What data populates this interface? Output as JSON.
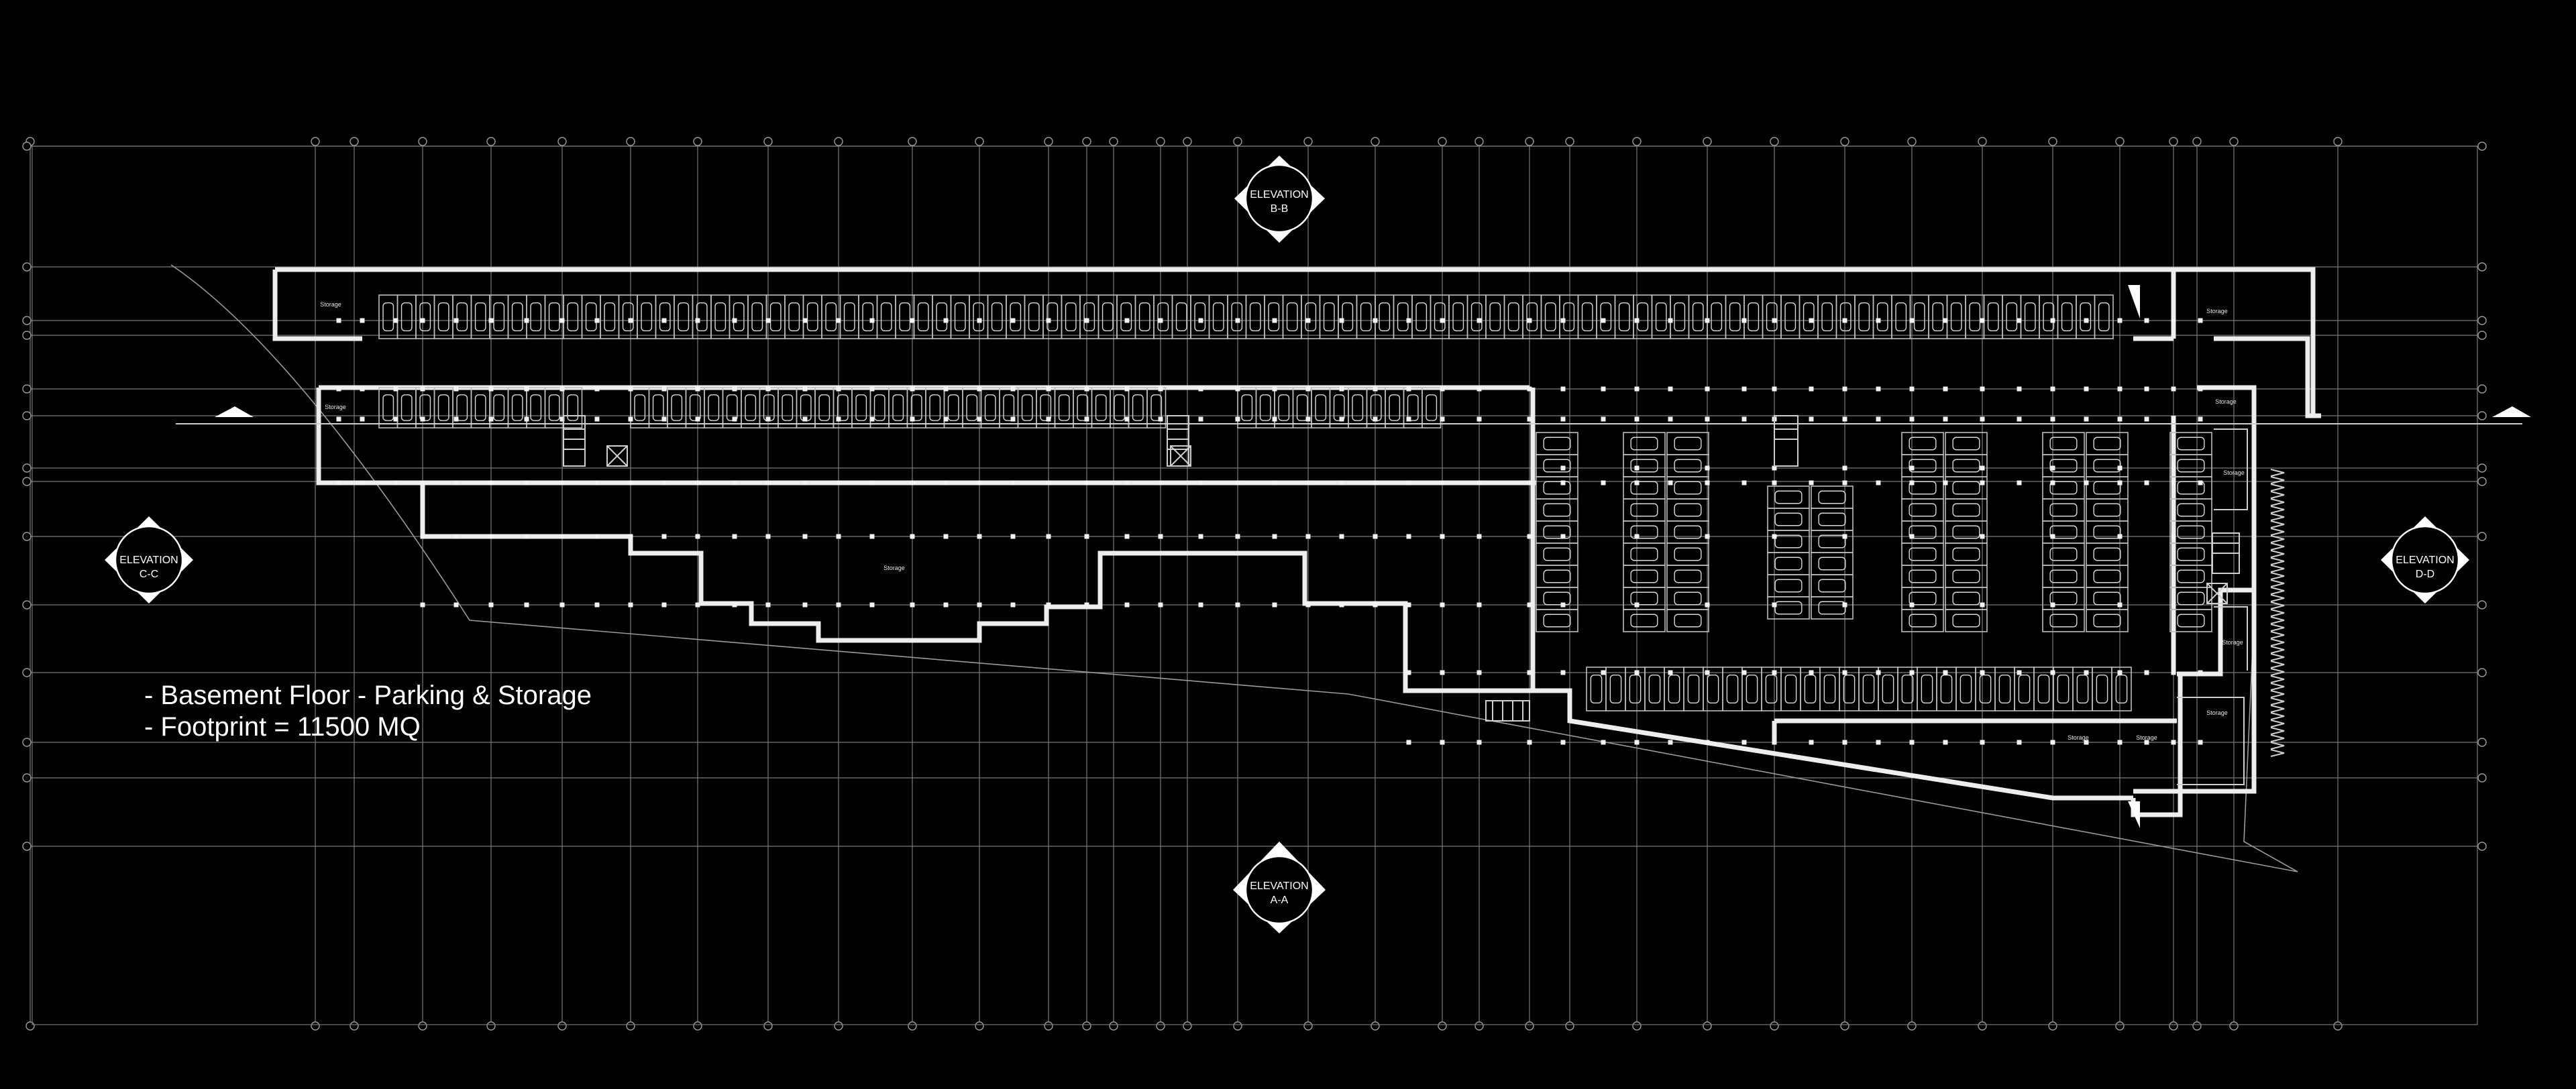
{
  "drawing": {
    "notes": [
      "- Basement Floor - Parking & Storage",
      "- Footprint = 11500 MQ"
    ],
    "elevations": [
      {
        "id": "elevation-b-b",
        "line1": "ELEVATION",
        "line2": "B-B"
      },
      {
        "id": "elevation-c-c",
        "line1": "ELEVATION",
        "line2": "C-C"
      },
      {
        "id": "elevation-d-d",
        "line1": "ELEVATION",
        "line2": "D-D"
      },
      {
        "id": "elevation-a-a",
        "line1": "ELEVATION",
        "line2": "A-A"
      }
    ],
    "room_labels": [
      "Storage",
      "Storage",
      "Storage",
      "Storage",
      "Storage",
      "Storage",
      "Storage",
      "Storage",
      "Storage",
      "Storage"
    ],
    "colors": {
      "background": "#000000",
      "walls": "#ededed",
      "grid": "#7a7a7a"
    }
  }
}
